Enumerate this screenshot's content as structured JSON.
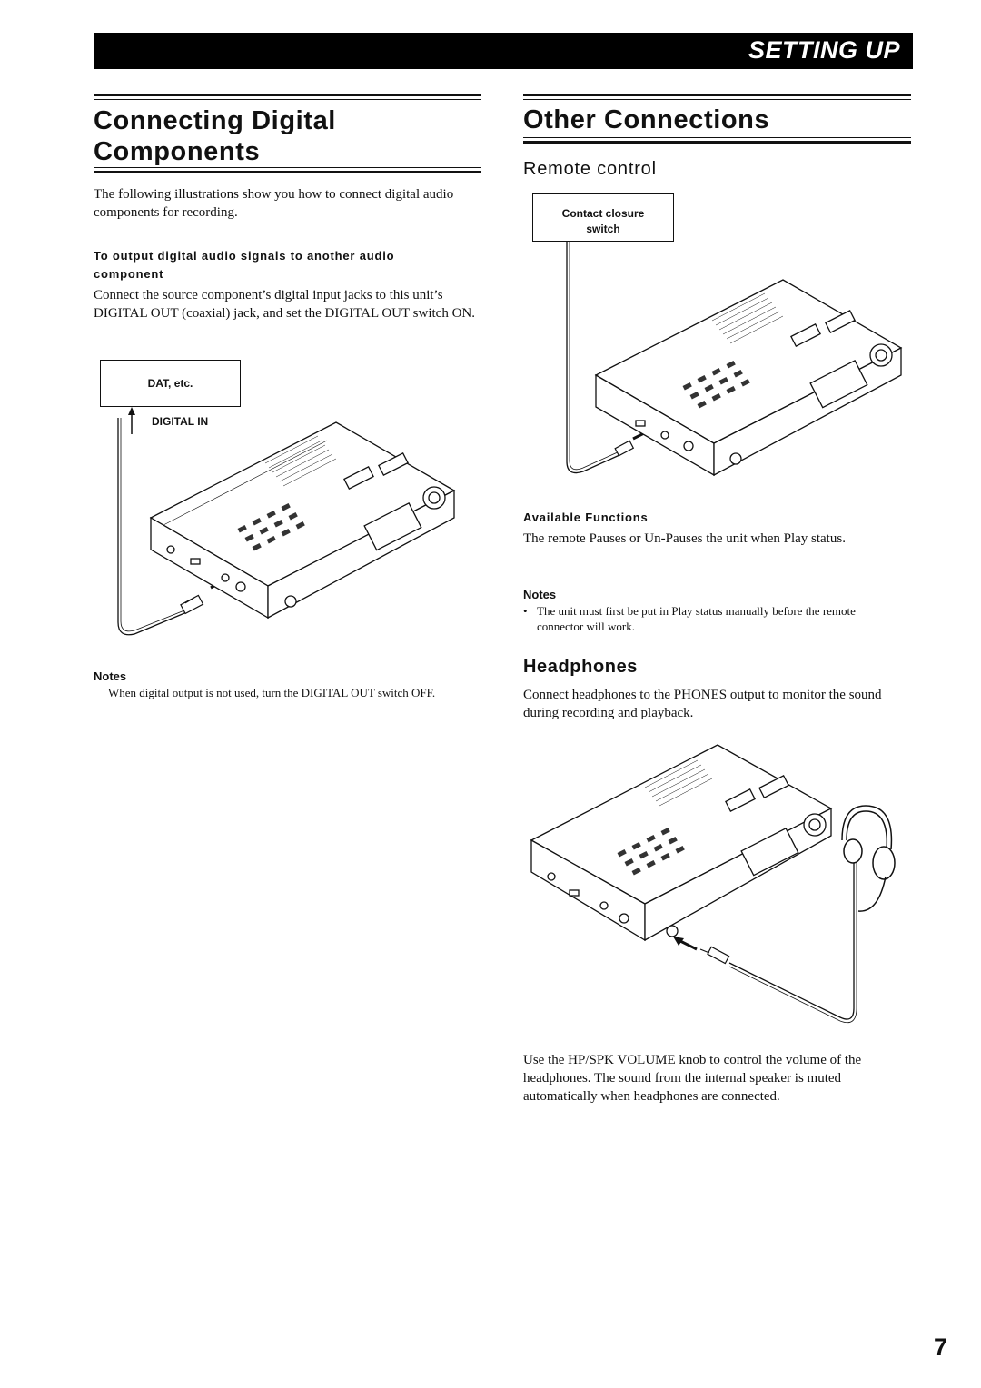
{
  "header": {
    "section_title": "SETTING UP"
  },
  "left": {
    "title_line1": "Connecting Digital",
    "title_line2": "Components",
    "intro": "The following illustrations show you how to connect digital audio components for recording.",
    "subheading_line1": "To output digital audio signals to another audio",
    "subheading_line2": "component",
    "instructions": "Connect the source component’s digital input jacks to this unit’s DIGITAL OUT (coaxial) jack, and set the DIGITAL OUT switch ON.",
    "diagram": {
      "device_box": "DAT, etc.",
      "input_label": "DIGITAL IN"
    },
    "notes_heading": "Notes",
    "note": "When digital output is not used, turn the DIGITAL OUT switch OFF."
  },
  "right": {
    "title": "Other Connections",
    "remote": {
      "heading": "Remote control",
      "switch_box_line1": "Contact closure",
      "switch_box_line2": "switch",
      "functions_heading": "Available Functions",
      "functions_text": "The remote Pauses or Un-Pauses the unit when Play status.",
      "notes_heading": "Notes",
      "bullet": "•",
      "note": "The unit must first be put in Play status manually before the remote connector will work."
    },
    "headphones": {
      "heading": "Headphones",
      "text": "Connect headphones to the PHONES output to monitor the sound during recording and playback.",
      "volume_text": "Use the HP/SPK VOLUME knob to control the volume of the headphones. The sound from the internal speaker is muted automatically when headphones are connected."
    }
  },
  "footer": {
    "page_number": "7"
  }
}
